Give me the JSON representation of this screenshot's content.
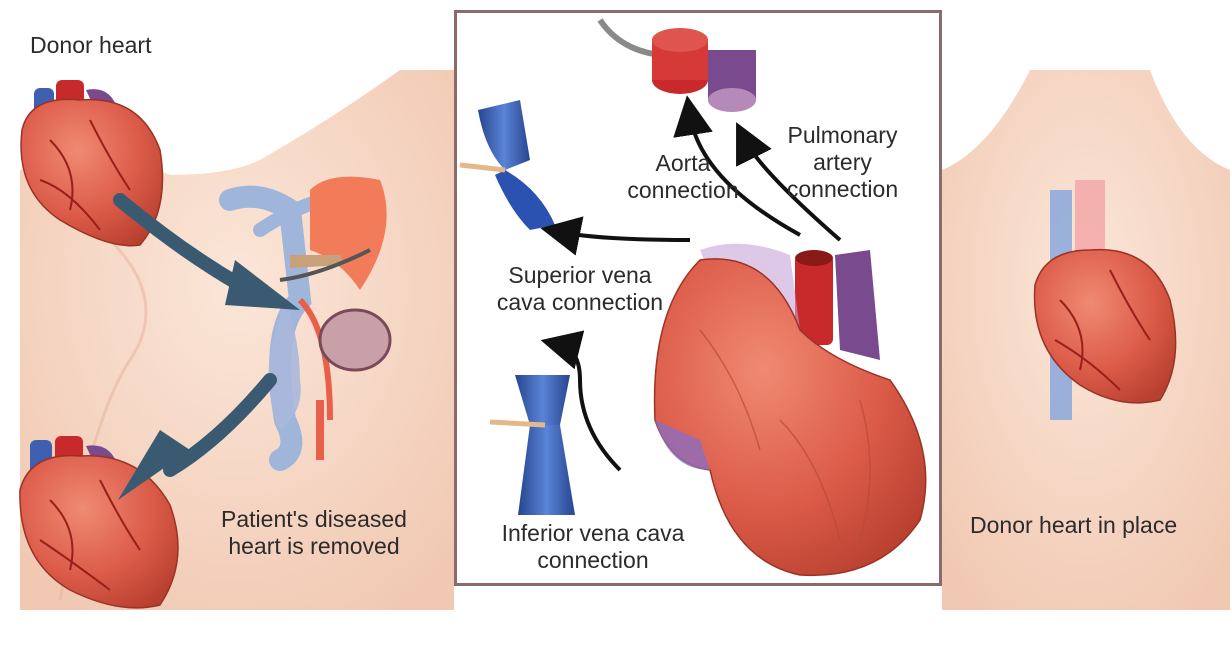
{
  "labels": {
    "donor_heart": "Donor heart",
    "patient_diseased": "Patient's diseased\nheart is removed",
    "donor_in_place": "Donor heart in place",
    "aorta": "Aorta\nconnection",
    "pulmonary": "Pulmonary\nartery\nconnection",
    "superior_vena": "Superior vena\ncava connection",
    "inferior_vena": "Inferior vena cava\nconnection"
  },
  "colors": {
    "skin": "#f6d9c8",
    "heart_red": "#d9544a",
    "vessel_red": "#c8292a",
    "vein_blue": "#3f5fb0",
    "purple": "#7a4a8e",
    "arrow_slate": "#3a5a72",
    "frame": "#8a6a6a"
  }
}
